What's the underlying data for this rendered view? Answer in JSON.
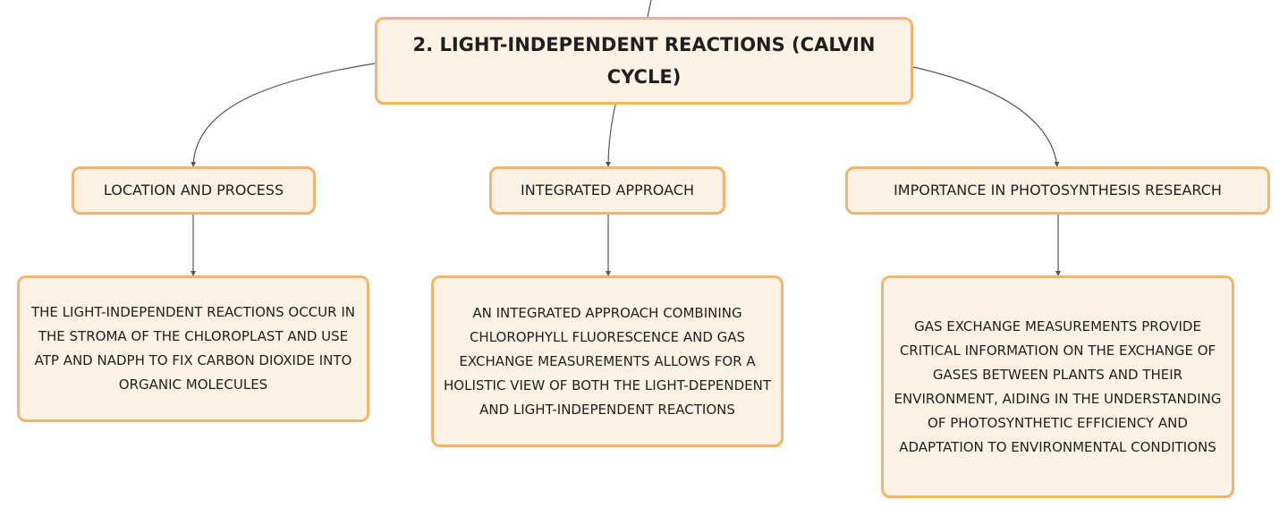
{
  "diagram": {
    "root": {
      "label": "2. LIGHT-INDEPENDENT REACTIONS (CALVIN CYCLE)"
    },
    "branches": [
      {
        "title": "LOCATION AND PROCESS",
        "detail": "THE LIGHT-INDEPENDENT REACTIONS OCCUR IN THE STROMA OF THE CHLOROPLAST AND USE ATP AND NADPH TO FIX CARBON DIOXIDE INTO ORGANIC MOLECULES"
      },
      {
        "title": "INTEGRATED APPROACH",
        "detail": "AN INTEGRATED APPROACH COMBINING CHLOROPHYLL FLUORESCENCE AND GAS EXCHANGE MEASUREMENTS ALLOWS FOR A HOLISTIC VIEW OF BOTH THE LIGHT-DEPENDENT AND LIGHT-INDEPENDENT REACTIONS"
      },
      {
        "title": "IMPORTANCE IN PHOTOSYNTHESIS RESEARCH",
        "detail": "GAS EXCHANGE MEASUREMENTS PROVIDE CRITICAL INFORMATION ON THE EXCHANGE OF GASES BETWEEN PLANTS AND THEIR ENVIRONMENT, AIDING IN THE UNDERSTANDING OF PHOTOSYNTHETIC EFFICIENCY AND ADAPTATION TO ENVIRONMENTAL CONDITIONS"
      }
    ],
    "colors": {
      "node_fill": "#fdf2e3",
      "node_border": "#f3b56b",
      "connector": "#555555",
      "text": "#1f1f1f"
    }
  }
}
